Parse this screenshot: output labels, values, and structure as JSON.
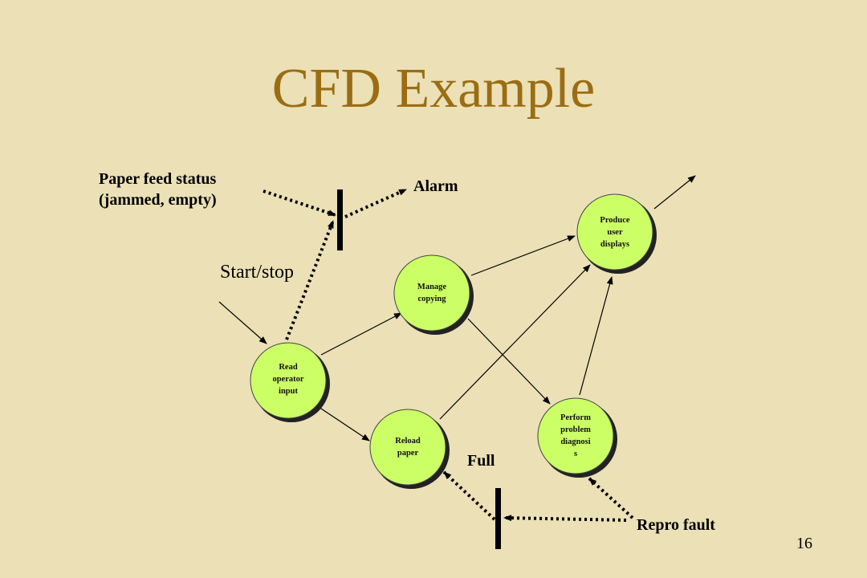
{
  "title": "CFD Example",
  "page_number": "16",
  "colors": {
    "background": "#ebe0b6",
    "title": "#9b6d12",
    "process_fill": "#ccff66",
    "process_shadow": "#222222"
  },
  "processes": {
    "read_operator_input": "Read\noperator\ninput",
    "manage_copying": "Manage\ncopying",
    "reload_paper": "Reload\npaper",
    "produce_user_displays": "Produce\nuser\ndisplays",
    "perform_problem_diagnosis": "Perform\nproblem\ndiagnosi\ns"
  },
  "control_flows": {
    "paper_feed_status_line1": "Paper feed status",
    "paper_feed_status_line2": "(jammed, empty)",
    "alarm": "Alarm",
    "start_stop": "Start/stop",
    "full": "Full",
    "repro_fault": "Repro fault"
  }
}
